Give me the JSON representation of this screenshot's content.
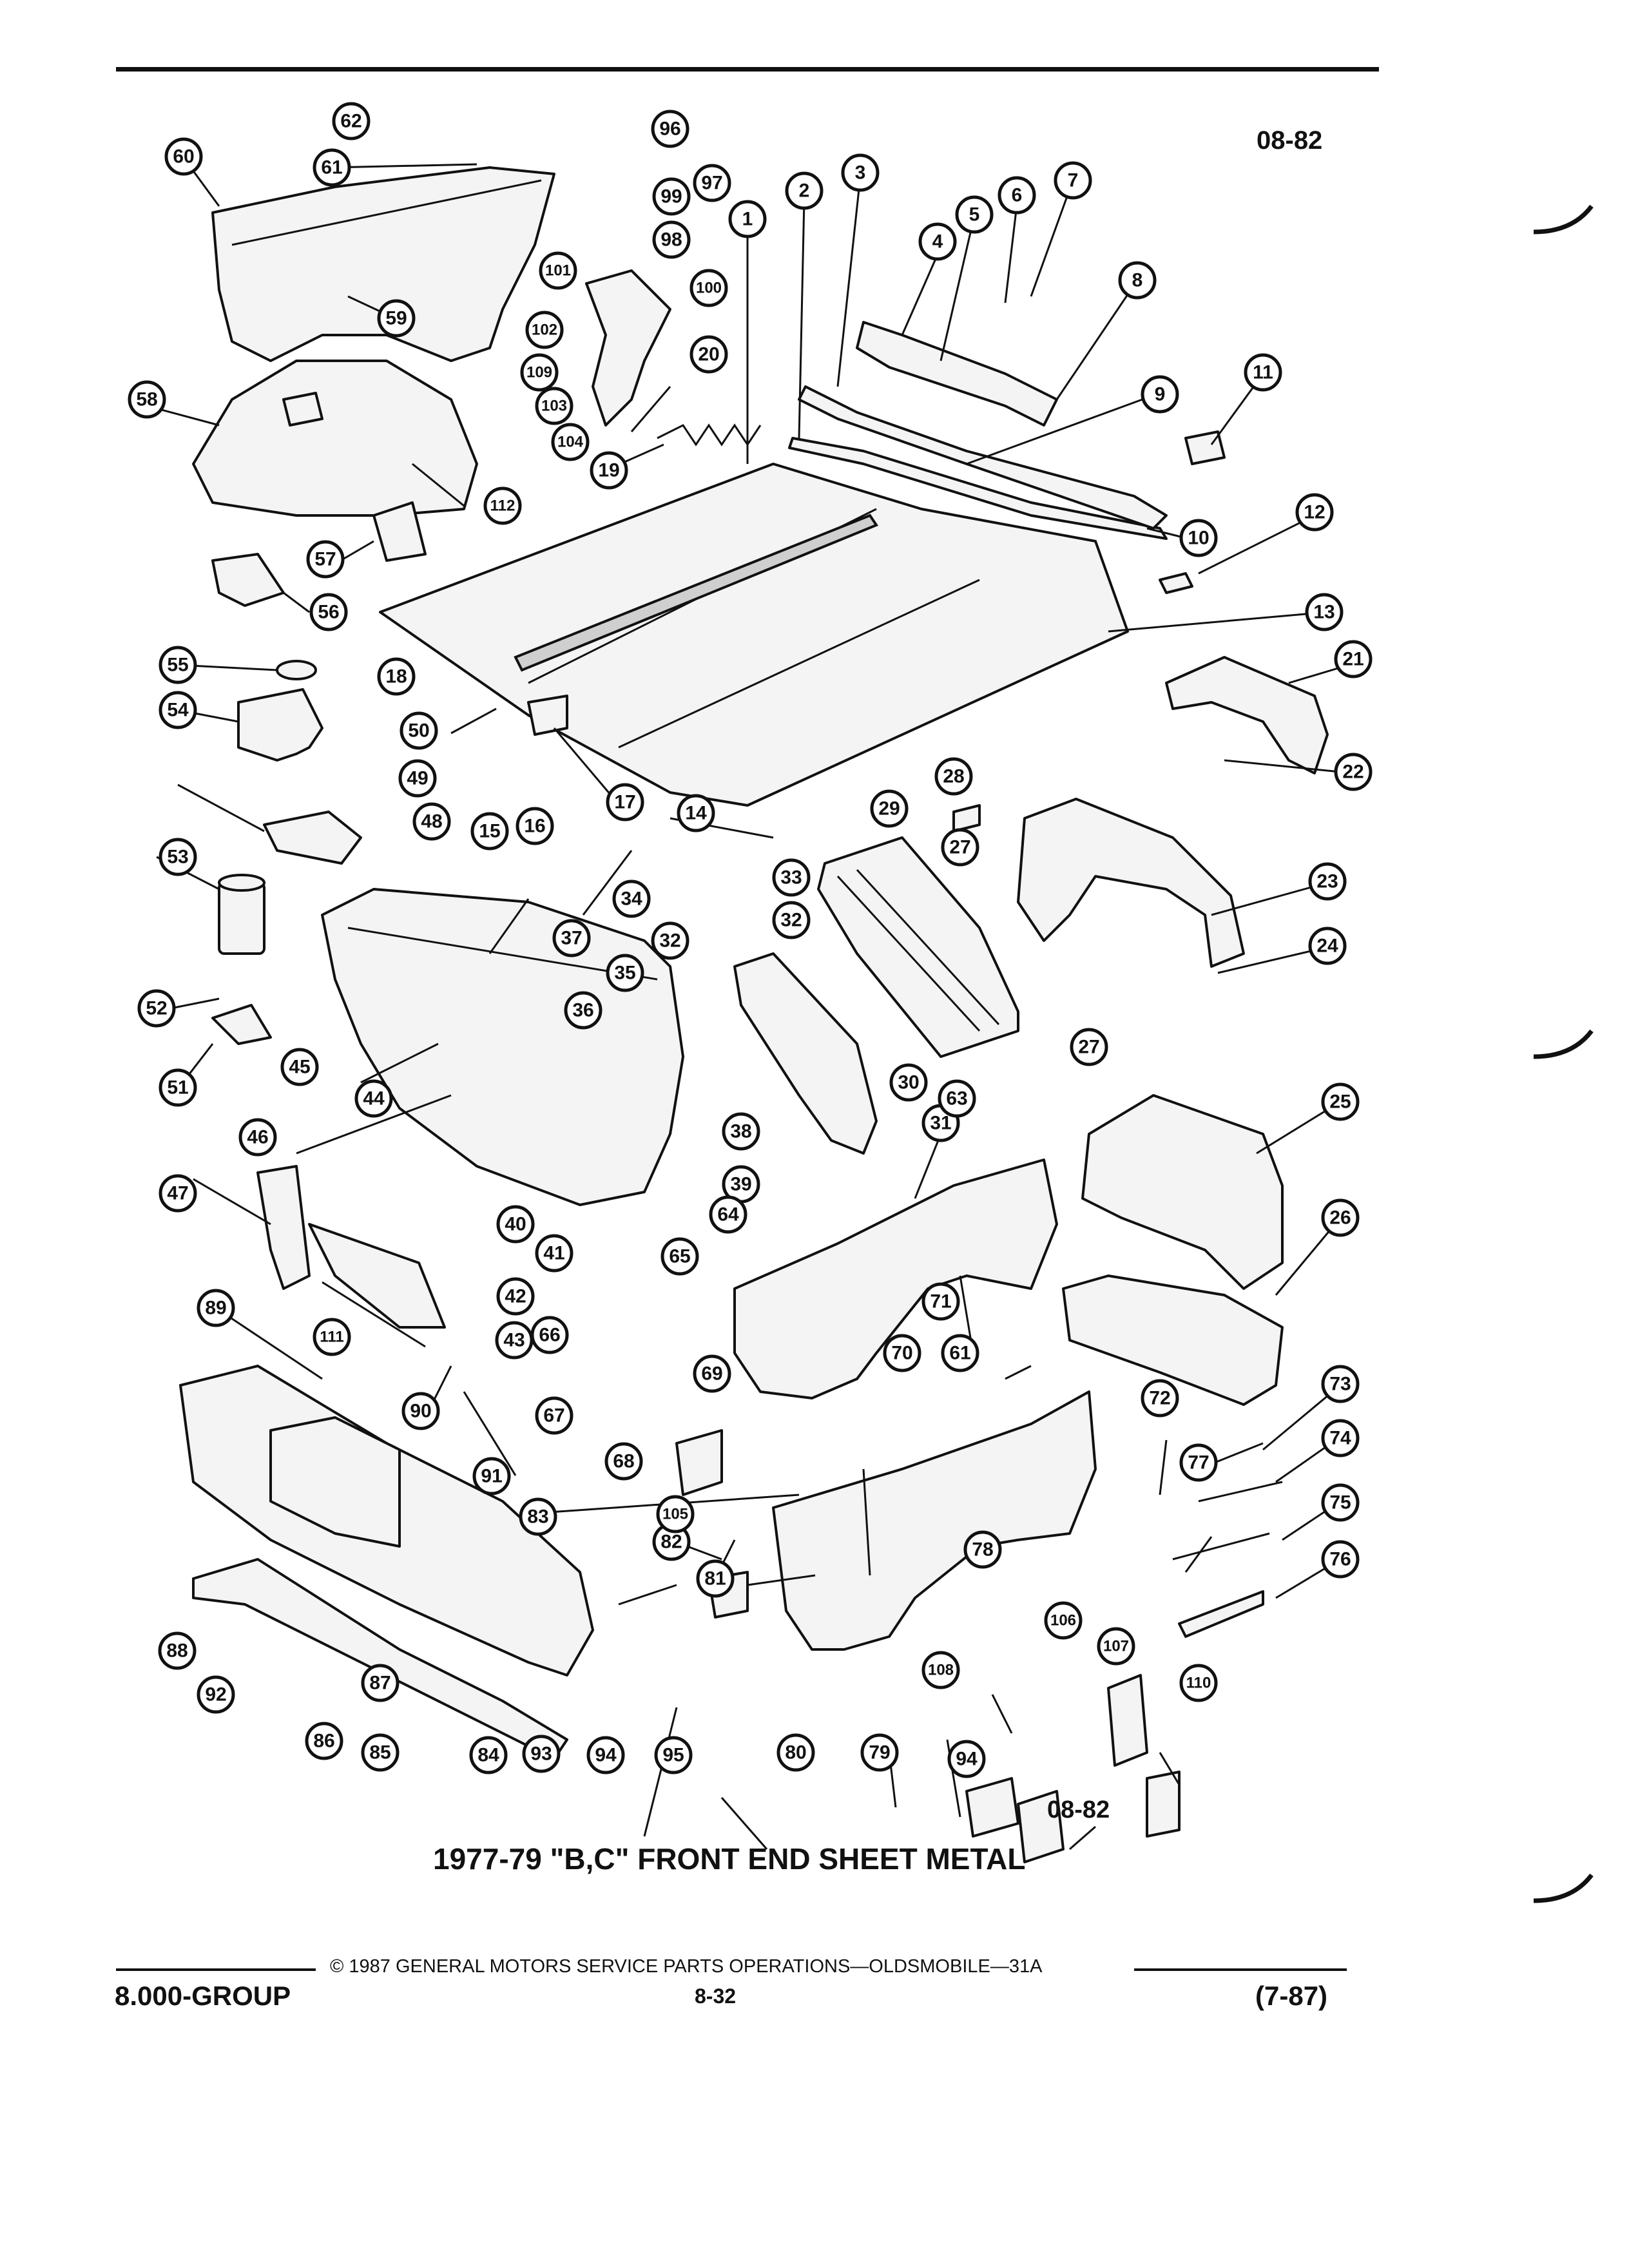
{
  "header": {
    "code_top": "08-82"
  },
  "diagram": {
    "code_bottom": "08-82",
    "title": "1977-79 \"B,C\" FRONT END SHEET METAL",
    "callouts": [
      "1",
      "2",
      "3",
      "4",
      "5",
      "6",
      "7",
      "8",
      "9",
      "10",
      "11",
      "12",
      "13",
      "14",
      "15",
      "16",
      "17",
      "18",
      "19",
      "20",
      "21",
      "22",
      "23",
      "24",
      "25",
      "26",
      "27",
      "27",
      "28",
      "29",
      "30",
      "31",
      "32",
      "32",
      "33",
      "34",
      "35",
      "36",
      "37",
      "38",
      "39",
      "40",
      "41",
      "42",
      "43",
      "44",
      "45",
      "46",
      "47",
      "48",
      "49",
      "50",
      "51",
      "52",
      "53",
      "54",
      "55",
      "56",
      "57",
      "58",
      "59",
      "60",
      "61",
      "61",
      "62",
      "63",
      "64",
      "65",
      "66",
      "67",
      "68",
      "69",
      "70",
      "71",
      "72",
      "73",
      "74",
      "75",
      "76",
      "77",
      "78",
      "79",
      "80",
      "81",
      "82",
      "83",
      "84",
      "85",
      "86",
      "87",
      "88",
      "89",
      "90",
      "91",
      "92",
      "93",
      "94",
      "94",
      "95",
      "96",
      "97",
      "98",
      "99",
      "100",
      "101",
      "102",
      "103",
      "104",
      "105",
      "106",
      "107",
      "108",
      "109",
      "110",
      "111",
      "112"
    ]
  },
  "footer": {
    "copyright": "© 1987 GENERAL MOTORS SERVICE PARTS OPERATIONS—OLDSMOBILE—31A",
    "group": "8.000-GROUP",
    "page": "8-32",
    "date": "(7-87)"
  }
}
